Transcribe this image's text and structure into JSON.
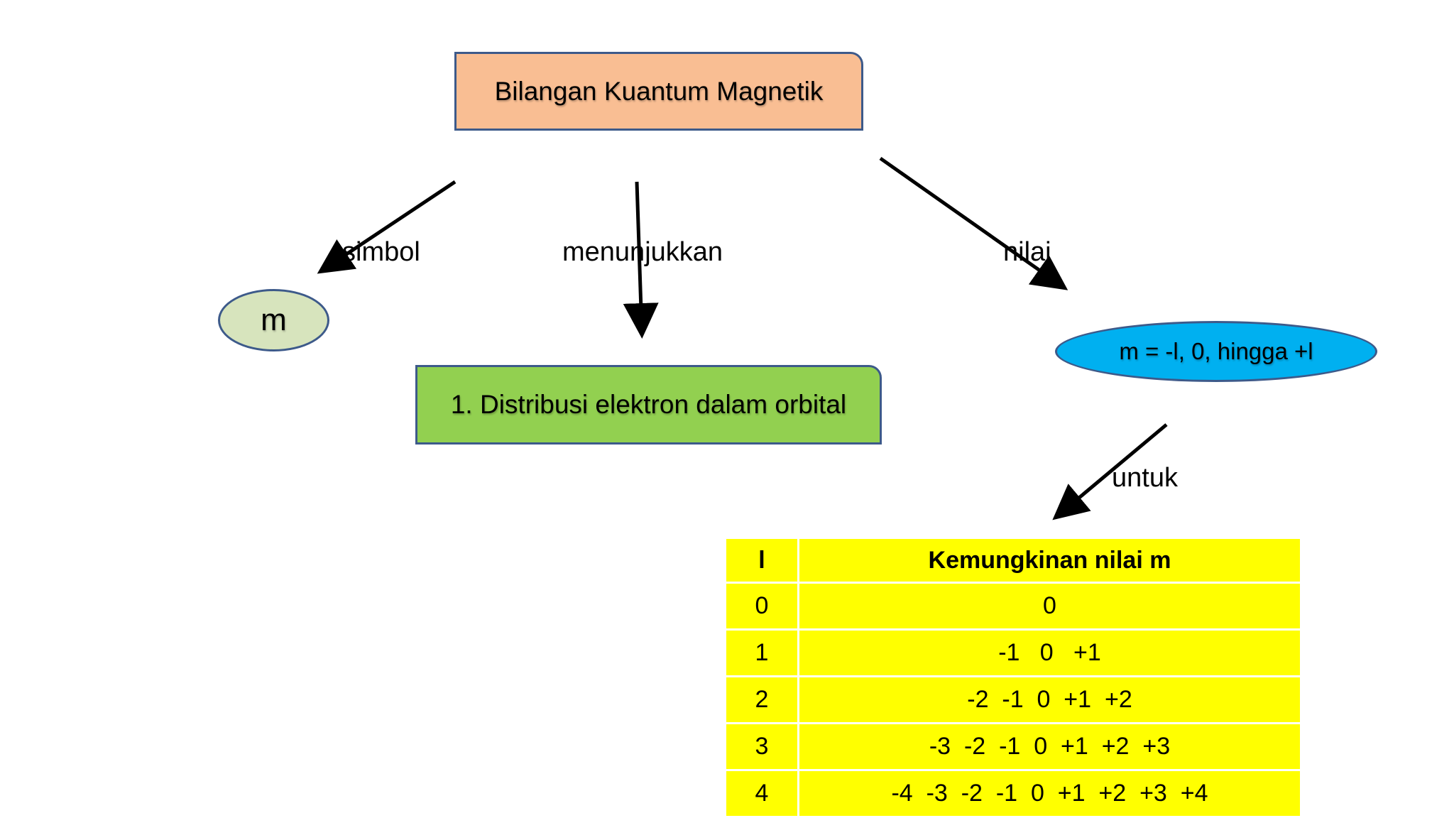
{
  "title": "Bilangan Kuantum Magnetik",
  "edges": {
    "symbol": "simbol",
    "shows": "menunjukkan",
    "value": "nilai",
    "for": "untuk"
  },
  "symbol_node": "m",
  "meaning_node": "1. Distribusi elektron dalam orbital",
  "value_node": "m = -l, 0, hingga +l",
  "table": {
    "headers": [
      "l",
      "Kemungkinan nilai m"
    ],
    "rows": [
      [
        "0",
        "0"
      ],
      [
        "1",
        "-1   0   +1"
      ],
      [
        "2",
        "-2  -1  0  +1  +2"
      ],
      [
        "3",
        "-3  -2  -1  0  +1  +2  +3"
      ],
      [
        "4",
        "-4  -3  -2  -1  0  +1  +2  +3  +4"
      ]
    ]
  },
  "colors": {
    "title_fill": "#f9be93",
    "symbol_fill": "#d7e4bd",
    "meaning_fill": "#92d050",
    "value_fill": "#00b0f0",
    "table_fill": "#ffff00",
    "node_border": "#3d5a8a"
  }
}
